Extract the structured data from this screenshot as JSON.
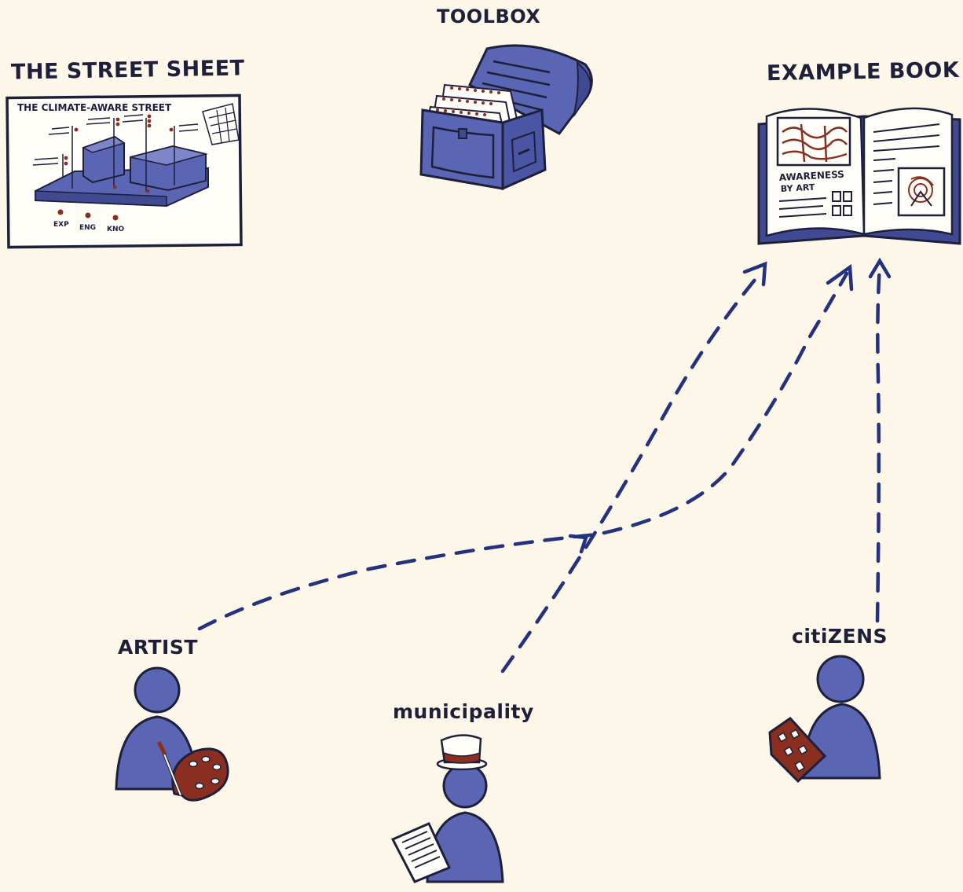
{
  "labels": {
    "street_sheet": "THE STREET SHEET",
    "toolbox": "TOOLBOX",
    "example_book": "EXAMPLE BOOK",
    "artist": "ARTIST",
    "municipality": "municipality",
    "citizens": "citiZENS"
  },
  "street_sheet": {
    "heading": "THE CLIMATE-AWARE STREET",
    "legend": [
      "EXP",
      "ENG",
      "KNO"
    ]
  },
  "example_book": {
    "page_text": [
      "AWARENESS",
      "BY ART"
    ]
  },
  "colors": {
    "background": "#fdf7ea",
    "ink": "#1e1f3a",
    "figure_blue": "#5a66b3",
    "arrow_blue": "#23317f",
    "accent_red": "#8a2f20"
  },
  "edges": [
    {
      "from": "ARTIST",
      "to": "EXAMPLE BOOK",
      "style": "dashed"
    },
    {
      "from": "municipality",
      "to": "EXAMPLE BOOK",
      "style": "dashed"
    },
    {
      "from": "citiZENS",
      "to": "EXAMPLE BOOK",
      "style": "dashed"
    }
  ]
}
